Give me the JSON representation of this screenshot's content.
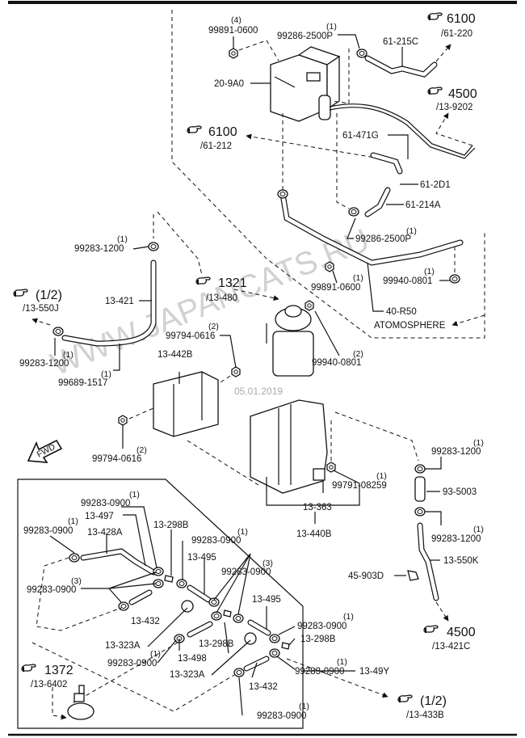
{
  "diagram": {
    "title": "Evaporative emission / canister piping parts diagram",
    "watermark": "WWW.JAPANCATS.RU",
    "date_stamp": "05.01.2019",
    "fwd_label": "FWD",
    "atmosphere_label": "ATOMOSPHERE"
  },
  "refs": {
    "r6100_top": {
      "num": "6100",
      "sub": "/61-220"
    },
    "r4500_top": {
      "num": "4500",
      "sub": "/13-9202"
    },
    "r6100_mid": {
      "num": "6100",
      "sub": "/61-212"
    },
    "r1321": {
      "num": "1321",
      "sub": "/13-480"
    },
    "r12_left": {
      "num": "(1/2)",
      "sub": "/13-550J"
    },
    "r4500_bot": {
      "num": "4500",
      "sub": "/13-421C"
    },
    "r1372": {
      "num": "1372",
      "sub": "/13-6402"
    },
    "r12_bot": {
      "num": "(1/2)",
      "sub": "/13-433B"
    }
  },
  "parts": {
    "p99891_0600_top": {
      "no": "99891-0600",
      "qty": "(4)"
    },
    "p99286_2500P_top": {
      "no": "99286-2500P",
      "qty": "(1)"
    },
    "p61_215C": {
      "no": "61-215C"
    },
    "p20_9A0": {
      "no": "20-9A0"
    },
    "p61_471G": {
      "no": "61-471G"
    },
    "p61_2D1": {
      "no": "61-2D1"
    },
    "p61_214A": {
      "no": "61-214A"
    },
    "p99286_2500P_mid": {
      "no": "99286-2500P",
      "qty": "(1)"
    },
    "p99940_0801_right": {
      "no": "99940-0801",
      "qty": "(1)"
    },
    "p99891_0600_mid": {
      "no": "99891-0600",
      "qty": "(1)"
    },
    "p40_R50": {
      "no": "40-R50"
    },
    "p99283_1200_a": {
      "no": "99283-1200",
      "qty": "(1)"
    },
    "p13_421": {
      "no": "13-421"
    },
    "p99283_1200_b": {
      "no": "99283-1200",
      "qty": "(1)"
    },
    "p99689_1517": {
      "no": "99689-1517",
      "qty": "(1)"
    },
    "p99794_0616_a": {
      "no": "99794-0616",
      "qty": "(2)"
    },
    "p13_442B": {
      "no": "13-442B"
    },
    "p99940_0801_mid": {
      "no": "99940-0801",
      "qty": "(2)"
    },
    "p99794_0616_b": {
      "no": "99794-0616",
      "qty": "(2)"
    },
    "p99791_08259": {
      "no": "99791-08259",
      "qty": "(1)"
    },
    "p13_363": {
      "no": "13-363"
    },
    "p13_440B": {
      "no": "13-440B"
    },
    "p99283_1200_c": {
      "no": "99283-1200",
      "qty": "(1)"
    },
    "p93_5003": {
      "no": "93-5003"
    },
    "p99283_1200_d": {
      "no": "99283-1200",
      "qty": "(1)"
    },
    "p13_550K": {
      "no": "13-550K"
    },
    "p45_903D": {
      "no": "45-903D"
    },
    "p99283_0900_a": {
      "no": "99283-0900",
      "qty": "(1)"
    },
    "p13_497": {
      "no": "13-497"
    },
    "p99283_0900_b": {
      "no": "99283-0900",
      "qty": "(1)"
    },
    "p13_428A": {
      "no": "13-428A"
    },
    "p13_298B_a": {
      "no": "13-298B"
    },
    "p99283_0900_c": {
      "no": "99283-0900",
      "qty": "(1)"
    },
    "p13_495_a": {
      "no": "13-495"
    },
    "p99283_0900_d": {
      "no": "99283-0900",
      "qty": "(3)"
    },
    "p99283_0900_e": {
      "no": "99283-0900",
      "qty": "(3)"
    },
    "p13_432_a": {
      "no": "13-432"
    },
    "p13_495_b": {
      "no": "13-495"
    },
    "p99283_0900_f": {
      "no": "99283-0900",
      "qty": "(1)"
    },
    "p13_298B_b": {
      "no": "13-298B"
    },
    "p13_323A_a": {
      "no": "13-323A"
    },
    "p99283_0900_g": {
      "no": "99283-0900",
      "qty": "(1)"
    },
    "p13_498": {
      "no": "13-498"
    },
    "p13_298B_c": {
      "no": "13-298B"
    },
    "p13_323A_b": {
      "no": "13-323A"
    },
    "p99283_0900_h": {
      "no": "99283-0900",
      "qty": "(1)"
    },
    "p13_49Y": {
      "no": "13-49Y"
    },
    "p13_432_b": {
      "no": "13-432"
    },
    "p99283_0900_i": {
      "no": "99283-0900",
      "qty": "(1)"
    }
  }
}
